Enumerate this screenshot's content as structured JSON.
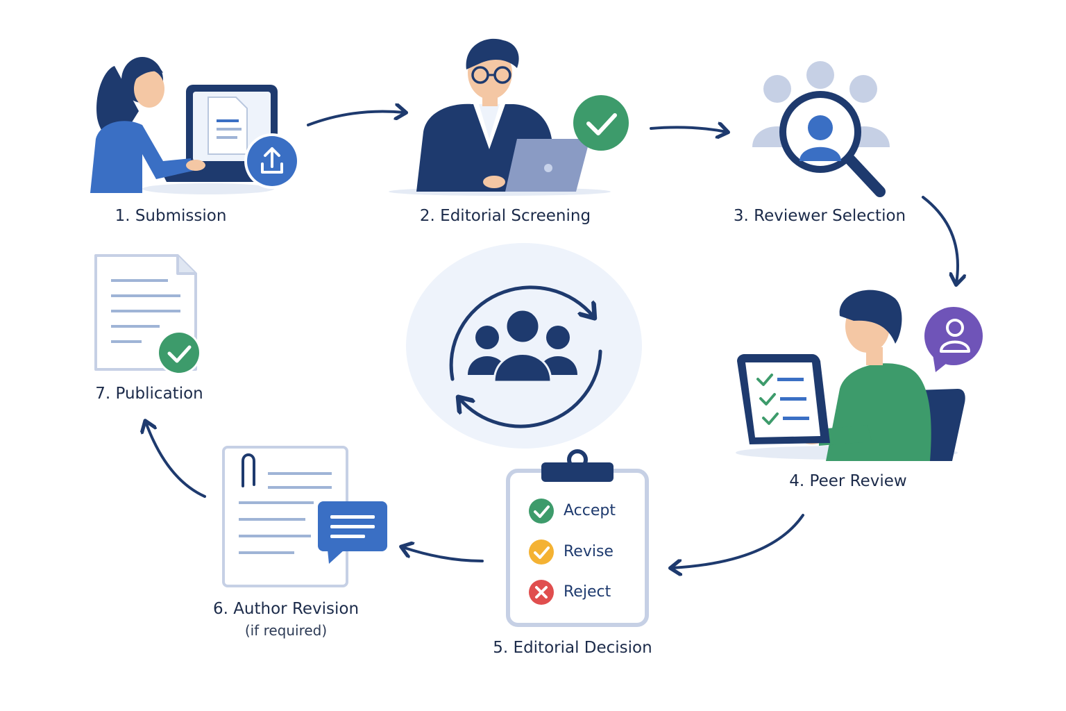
{
  "steps": [
    {
      "label": "1. Submission"
    },
    {
      "label": "2. Editorial Screening"
    },
    {
      "label": "3. Reviewer Selection"
    },
    {
      "label": "4. Peer Review"
    },
    {
      "label": "5. Editorial Decision"
    },
    {
      "label": "6. Author Revision",
      "note": "(if required)"
    },
    {
      "label": "7. Publication"
    }
  ],
  "decision_options": [
    {
      "label": "Accept",
      "icon": "check-icon",
      "color": "#3d9b6b"
    },
    {
      "label": "Revise",
      "icon": "check-icon",
      "color": "#f4b233"
    },
    {
      "label": "Reject",
      "icon": "close-icon",
      "color": "#e04e4e"
    }
  ],
  "colors": {
    "navy": "#1e3a6e",
    "blue": "#3a6fc4",
    "green": "#3d9b6b",
    "purple": "#6f54b8",
    "light": "#eef3fb"
  },
  "icons": {
    "cycle": "refresh-cycle-icon",
    "upload": "upload-icon",
    "search": "magnifier-icon",
    "comment": "chat-bubble-icon"
  }
}
